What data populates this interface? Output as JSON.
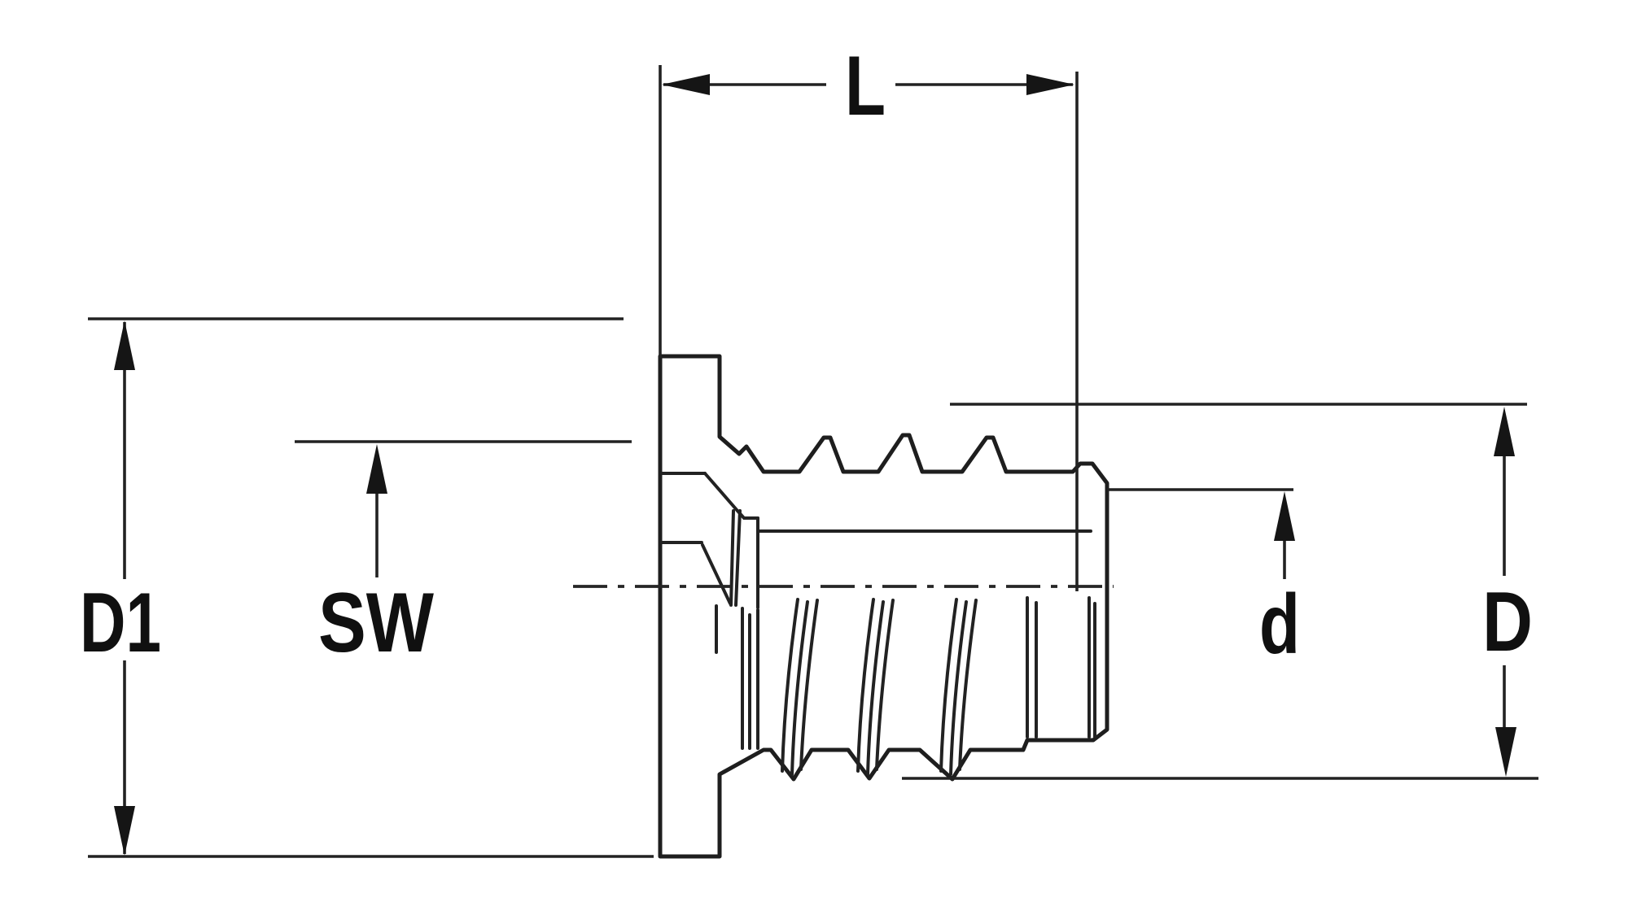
{
  "drawing": {
    "background_color": "#ffffff",
    "line_color": "#1e1e1e",
    "label_color": "#101010",
    "dimensions": {
      "length": {
        "label": "L"
      },
      "flange_diameter": {
        "label": "D1"
      },
      "hex_socket_width": {
        "label": "SW"
      },
      "inner_thread_diameter": {
        "label": "d"
      },
      "outer_thread_diameter": {
        "label": "D"
      }
    }
  }
}
